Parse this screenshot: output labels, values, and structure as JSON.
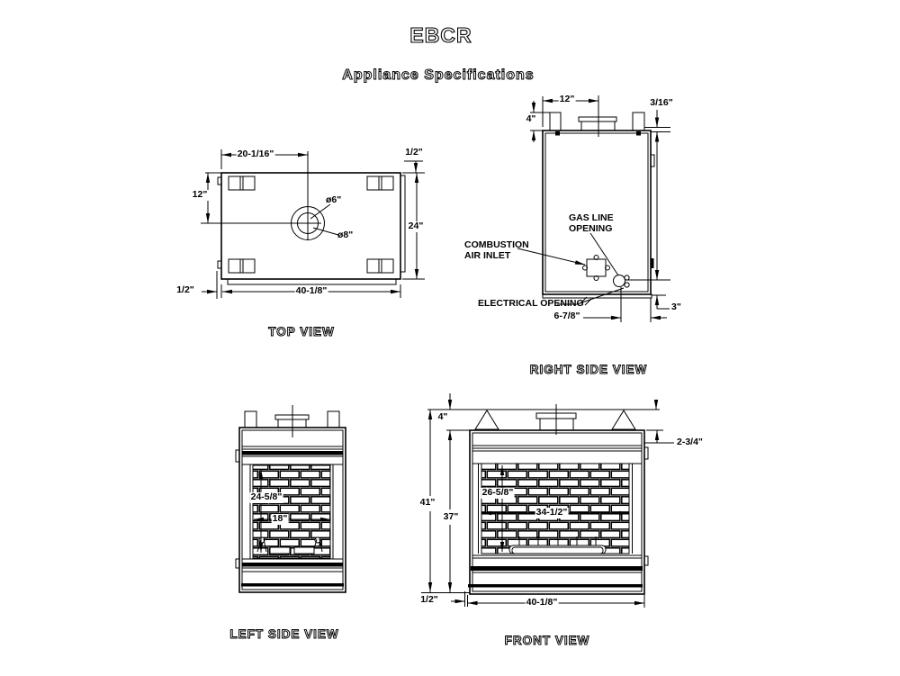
{
  "title": "EBCR",
  "subtitle": "Appliance Specifications",
  "top_view": {
    "label": "TOP VIEW",
    "dim_width_to_flue_center": "20-1/16\"",
    "dim_half_top_right": "1/2\"",
    "dim_depth_to_flue_center": "12\"",
    "dim_depth": "24\"",
    "dim_width": "40-1/8\"",
    "dim_half_bottom_left": "1/2\"",
    "dim_flue_inner_dia": "ø6\"",
    "dim_flue_outer_dia": "ø8\""
  },
  "right_side_view": {
    "label": "RIGHT SIDE VIEW",
    "dim_flue_center_from_front": "12\"",
    "dim_standoff_height": "4\"",
    "dim_top_flange": "3/16\"",
    "gas_line_opening": "GAS LINE\nOPENING",
    "combustion_air_inlet": "COMBUSTION\nAIR INLET",
    "electrical_opening": "ELECTRICAL OPENING",
    "dim_gas_opening_offset": "6-7/8\"",
    "dim_gas_opening_height": "3\""
  },
  "left_side_view": {
    "label": "LEFT SIDE VIEW",
    "dim_opening_height": "24-5/8\"",
    "dim_opening_depth": "18\""
  },
  "front_view": {
    "label": "FRONT VIEW",
    "dim_standoff_height": "4\"",
    "dim_overall_height": "41\"",
    "dim_body_height": "37\"",
    "dim_top_trim": "2-3/4\"",
    "dim_opening_height": "26-5/8\"",
    "dim_opening_width": "34-1/2\"",
    "dim_base_offset": "1/2\"",
    "dim_width": "40-1/8\""
  }
}
